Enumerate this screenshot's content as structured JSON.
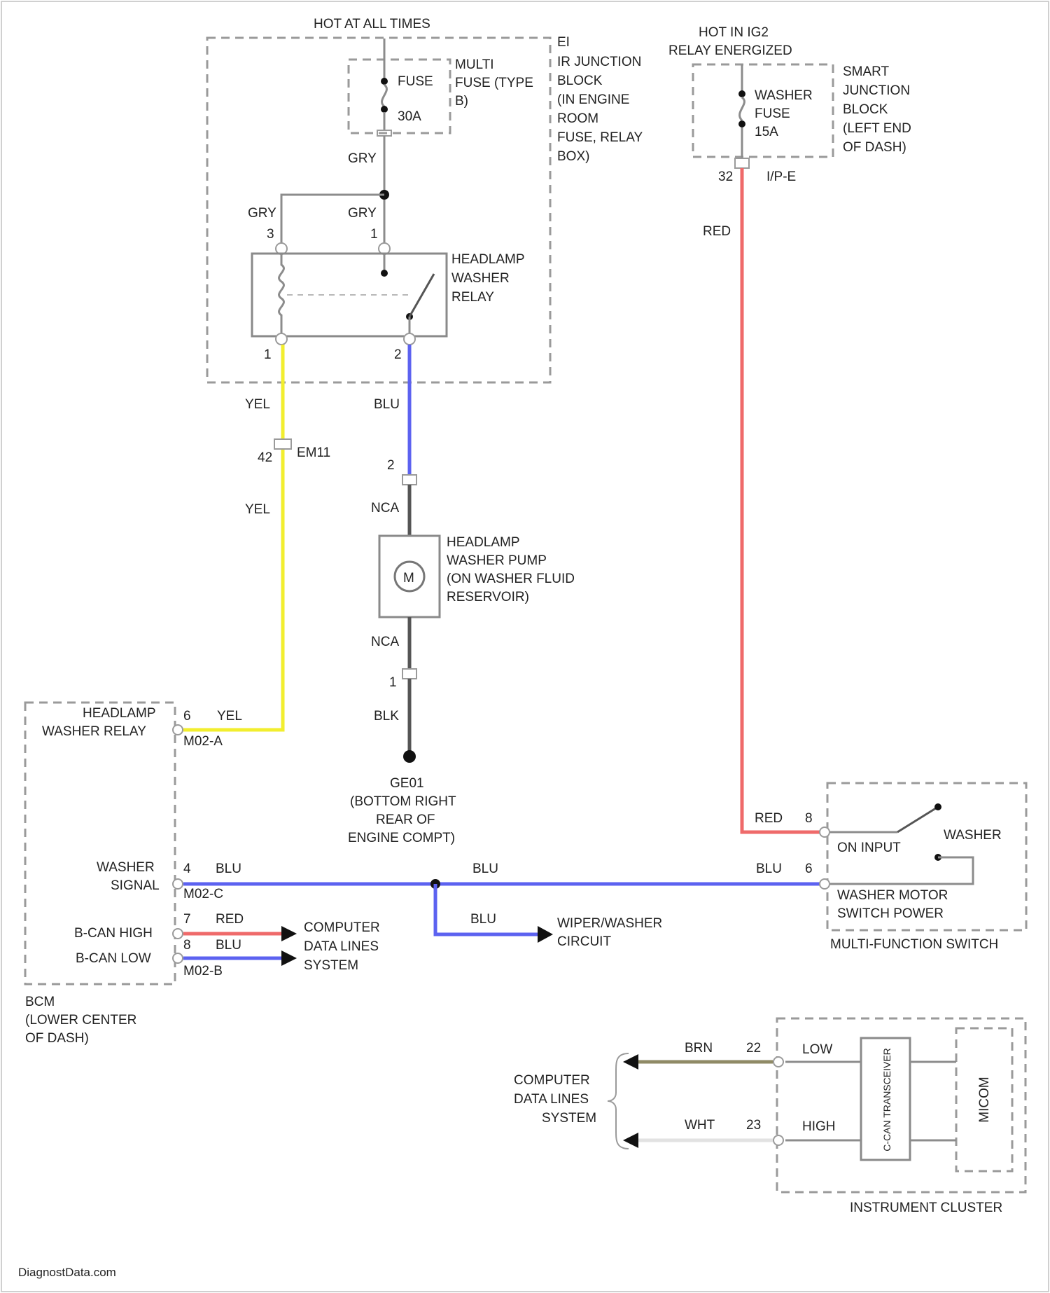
{
  "diagram": {
    "footer": "DiagnostData.com",
    "colors": {
      "yel": "#f2ee2e",
      "blu": "#5c62f0",
      "red": "#ef6a6a",
      "brn": "#8f8a66",
      "wht": "#e2e2e2",
      "blk": "#555555",
      "gry": "#8c8c8c"
    },
    "power": {
      "hot_at_all_times": "HOT AT ALL TIMES",
      "hot_in_ig2_line1": "HOT IN IG2",
      "hot_in_ig2_line2": "RELAY ENERGIZED"
    },
    "junction_block": {
      "pin": "EI",
      "lines": [
        "IR JUNCTION",
        "BLOCK",
        "(IN ENGINE",
        "ROOM",
        "FUSE, RELAY",
        "BOX)"
      ],
      "fuse_label": "FUSE",
      "fuse_amp": "30A",
      "multi_fuse_lines": [
        "MULTI",
        "FUSE (TYPE",
        "B)"
      ]
    },
    "smart_junction": {
      "lines": [
        "SMART",
        "JUNCTION",
        "BLOCK",
        "(LEFT END",
        "OF DASH)"
      ],
      "fuse_lines": [
        "WASHER",
        "FUSE",
        "15A"
      ],
      "pin": "32",
      "connector": "I/P-E"
    },
    "relay": {
      "lines": [
        "HEADLAMP",
        "WASHER",
        "RELAY"
      ],
      "wire_gry_left": "GRY",
      "wire_gry_right": "GRY",
      "wire_gry_top": "GRY",
      "pin_top_left": "3",
      "pin_top_right": "1",
      "pin_bottom_left": "1",
      "pin_bottom_right": "2"
    },
    "yel_wire": {
      "label_upper": "YEL",
      "label_lower": "YEL",
      "connector_pin": "42",
      "connector": "EM11"
    },
    "blu_wire": {
      "label": "BLU",
      "pin": "2"
    },
    "pump": {
      "lines": [
        "HEADLAMP",
        "WASHER PUMP",
        "(ON WASHER FLUID",
        "RESERVOIR)"
      ],
      "motor_symbol": "M",
      "nca_top": "NCA",
      "nca_bottom": "NCA",
      "pin_bottom": "1",
      "ground_wire": "BLK"
    },
    "ground": {
      "lines": [
        "GE01",
        "(BOTTOM RIGHT",
        "REAR OF",
        "ENGINE COMPT)"
      ]
    },
    "bcm": {
      "relay_label_lines": [
        "HEADLAMP",
        "WASHER RELAY"
      ],
      "relay_pin": "6",
      "relay_wire": "YEL",
      "relay_connector": "M02-A",
      "washer_lines": [
        "WASHER",
        "SIGNAL"
      ],
      "washer_pin": "4",
      "washer_wire": "BLU",
      "washer_connector": "M02-C",
      "bcan_high": "B-CAN HIGH",
      "bcan_high_pin": "7",
      "bcan_high_wire": "RED",
      "bcan_low": "B-CAN LOW",
      "bcan_low_pin": "8",
      "bcan_low_wire": "BLU",
      "bcan_connector": "M02-B",
      "name_lines": [
        "BCM",
        "(LOWER CENTER",
        "OF DASH)"
      ]
    },
    "computer_data_lines": [
      "COMPUTER",
      "DATA LINES",
      "SYSTEM"
    ],
    "signal_line": {
      "mid_label": "BLU",
      "branch_label": "BLU",
      "right_label": "BLU",
      "wiper_lines": [
        "WIPER/WASHER",
        "CIRCUIT"
      ]
    },
    "mfs": {
      "red_wire": "RED",
      "red_pin": "8",
      "on_input": "ON INPUT",
      "washer": "WASHER",
      "motor_lines": [
        "WASHER MOTOR",
        "SWITCH POWER"
      ],
      "blu_pin": "6",
      "name": "MULTI-FUNCTION SWITCH"
    },
    "red_vertical": "RED",
    "cluster": {
      "brn_wire": "BRN",
      "brn_pin": "22",
      "wht_wire": "WHT",
      "wht_pin": "23",
      "low": "LOW",
      "high": "HIGH",
      "transceiver": "C-CAN TRANSCEIVER",
      "micom": "MICOM",
      "name": "INSTRUMENT CLUSTER",
      "cdl_lines": [
        "COMPUTER",
        "DATA LINES",
        "SYSTEM"
      ]
    }
  }
}
